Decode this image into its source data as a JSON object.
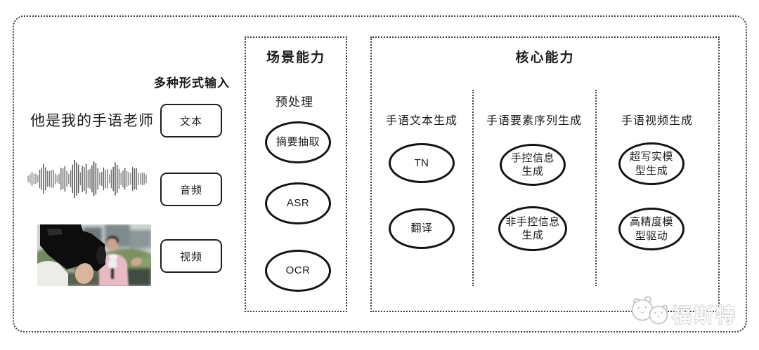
{
  "colors": {
    "stroke": "#141414",
    "dotted_border": "#3d3d3d",
    "background": "#ffffff",
    "watermark_gray": "#c5c5c5"
  },
  "input_section": {
    "label": "多种形式输入",
    "text_sample": "他是我的手语老师",
    "text_button": "文本",
    "audio_button": "音频",
    "video_button": "视频"
  },
  "scene_panel": {
    "title": "场景能力",
    "subtitle": "预处理",
    "nodes": [
      "摘要抽取",
      "ASR",
      "OCR"
    ]
  },
  "core_panel": {
    "title": "核心能力",
    "columns": [
      {
        "header": "手语文本生成",
        "nodes": [
          "TN",
          "翻译"
        ]
      },
      {
        "header": "手语要素序列生成",
        "nodes": [
          "手控信息生成",
          "非手控信息生成"
        ]
      },
      {
        "header": "手语视频生成",
        "nodes": [
          "超写实模型生成",
          "高精度模型驱动"
        ]
      }
    ]
  },
  "watermark": {
    "text": "福斯特"
  }
}
